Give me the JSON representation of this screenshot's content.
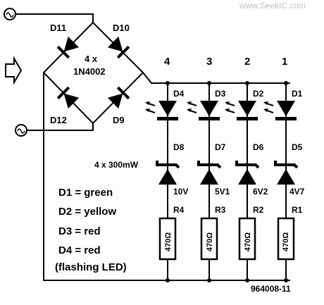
{
  "watermark": "www.SeekIC.com",
  "figure_id": "964008-11",
  "bridge": {
    "quantity_label": "4 x",
    "part": "1N4002",
    "diodes": [
      "D11",
      "D10",
      "D12",
      "D9"
    ]
  },
  "zener_rating": "4 x 300mW",
  "channels": [
    {
      "number": "4",
      "led": "D4",
      "zener": "D8",
      "zener_voltage": "10V",
      "resistor": "R4",
      "resistor_value": "470Ω"
    },
    {
      "number": "3",
      "led": "D3",
      "zener": "D7",
      "zener_voltage": "5V1",
      "resistor": "R3",
      "resistor_value": "470Ω"
    },
    {
      "number": "2",
      "led": "D2",
      "zener": "D6",
      "zener_voltage": "6V2",
      "resistor": "R2",
      "resistor_value": "470Ω"
    },
    {
      "number": "1",
      "led": "D1",
      "zener": "D5",
      "zener_voltage": "4V7",
      "resistor": "R1",
      "resistor_value": "470Ω"
    }
  ],
  "legend": [
    "D1 = green",
    "D2 = yellow",
    "D3 = red",
    "D4 = red",
    "(flashing LED)"
  ],
  "icons": [
    "ac-source-icon",
    "input-arrow-icon",
    "diode-icon",
    "led-icon",
    "zener-diode-icon",
    "resistor-icon"
  ]
}
